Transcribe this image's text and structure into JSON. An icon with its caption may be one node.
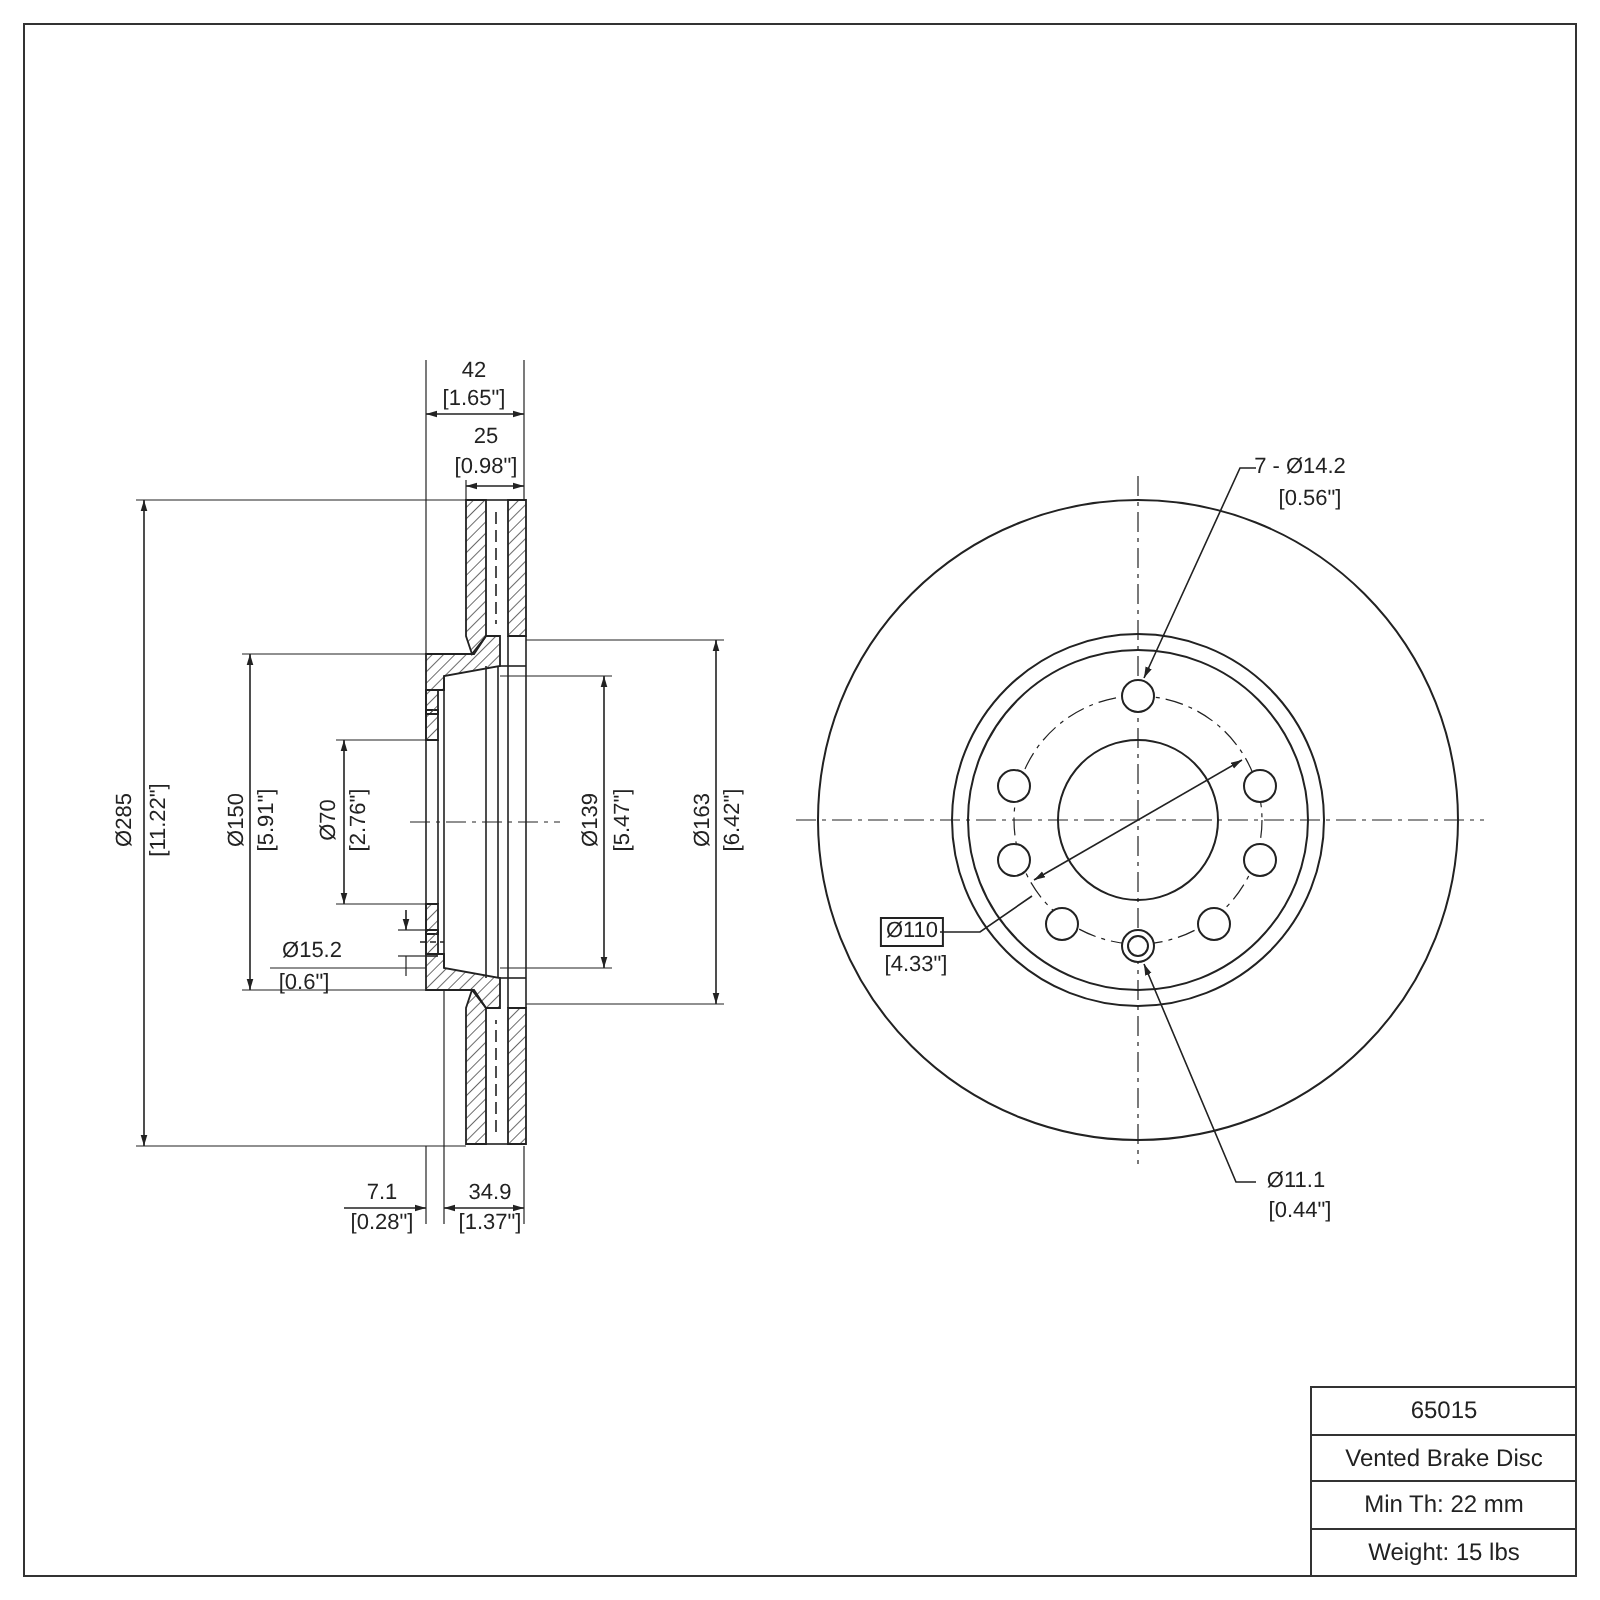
{
  "diagram": {
    "nodes": [
      {
        "text": [
          "7 - Ø14.2",
          "[0.56\"]"
        ]
      },
      {
        "text": [],
        "shape": "circle"
      },
      {
        "text": [
          "Ø11.1",
          "[0.44\"]"
        ]
      },
      {
        "text": [],
        "shape": "circle"
      },
      {
        "text": [
          "Ø110",
          "[4.33\"]"
        ]
      }
    ],
    "edges": [
      {
        "from": 0,
        "to": 1,
        "arrow": "to"
      },
      {
        "from": 2,
        "to": 3,
        "arrow": "to"
      },
      {
        "from": 4,
        "to": null,
        "arrow": "none"
      }
    ],
    "labels": [
      "42",
      "[1.65\"]",
      "25",
      "[0.98\"]",
      "Ø285",
      "[11.22\"]",
      "Ø150",
      "[5.91\"]",
      "Ø70",
      "[2.76\"]",
      "Ø15.2",
      "[0.6\"]",
      "Ø139",
      "[5.47\"]",
      "Ø163",
      "[6.42\"]",
      "7.1",
      "[0.28\"]",
      "34.9",
      "[1.37\"]",
      "65015",
      "Vented Brake Disc",
      "Min Th: 22 mm",
      "Weight: 15 lbs"
    ]
  }
}
